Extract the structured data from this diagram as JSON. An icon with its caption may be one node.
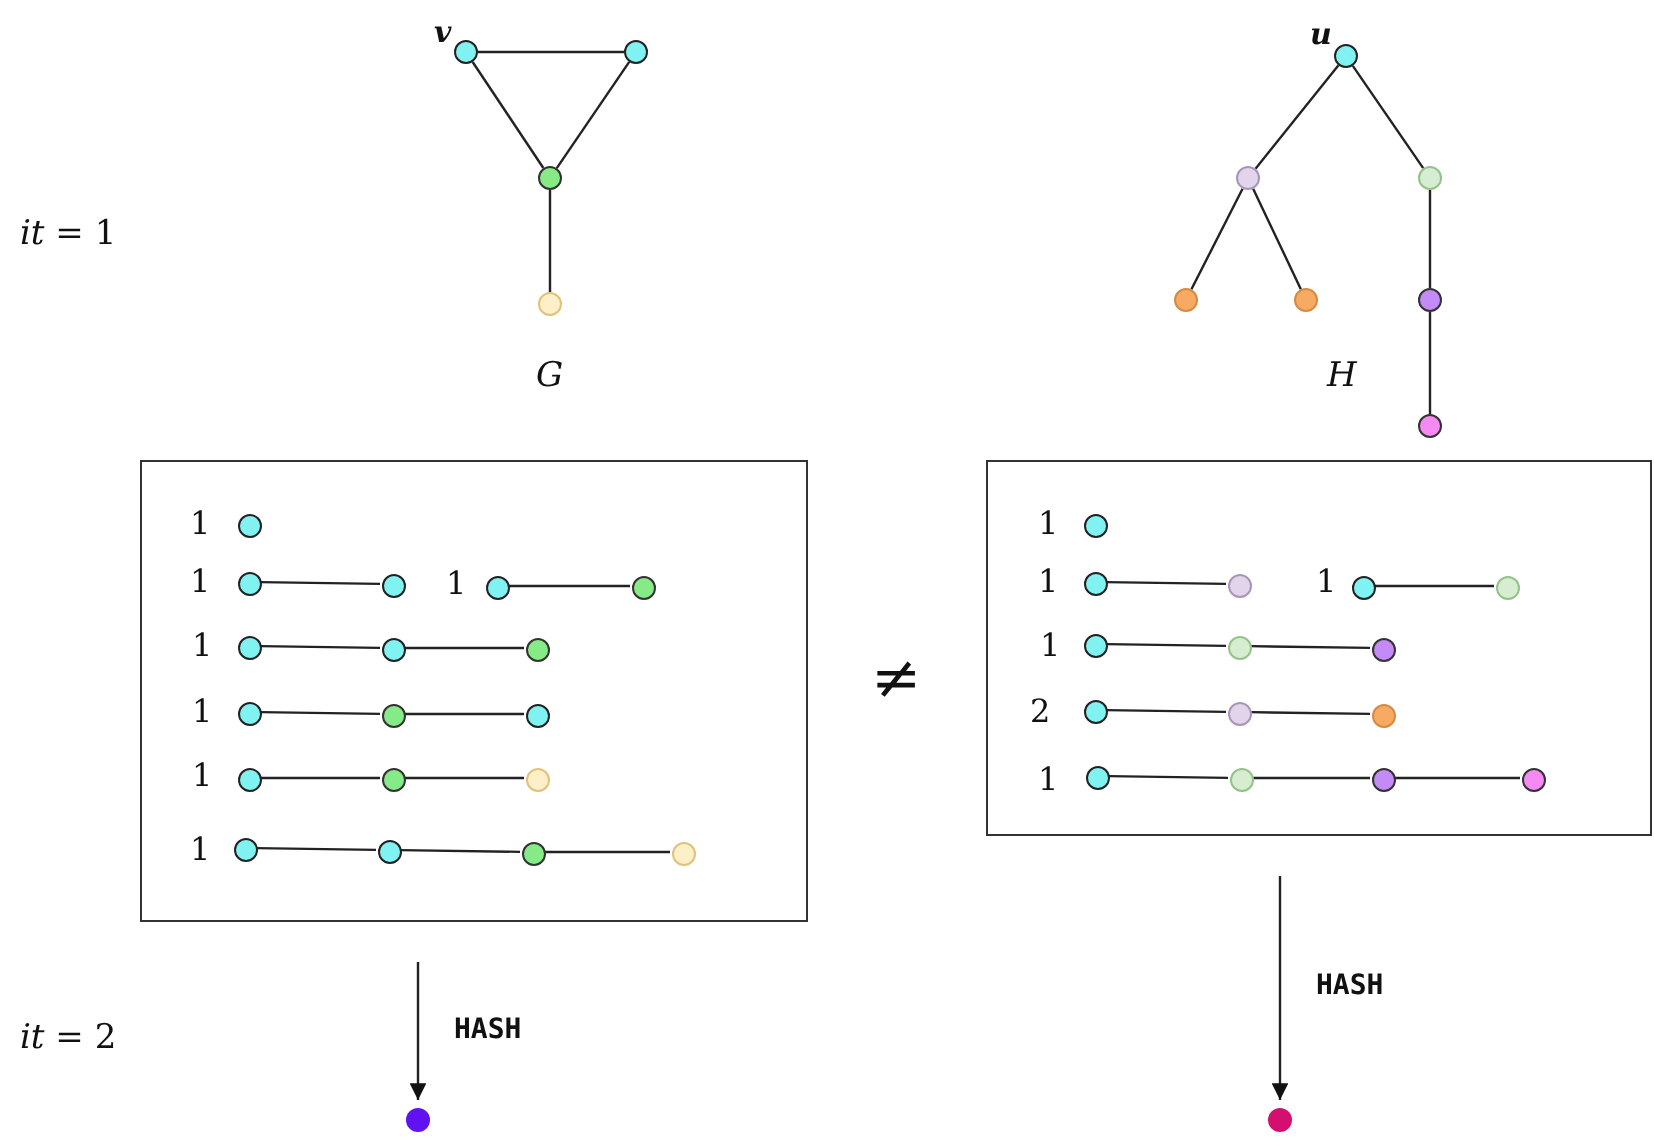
{
  "diagram": {
    "nodes": [
      {
        "text": [],
        "shape": "circle",
        "beside": [
          "v"
        ]
      },
      {
        "text": [],
        "shape": "circle"
      },
      {
        "text": [],
        "shape": "circle"
      },
      {
        "text": [],
        "shape": "circle"
      },
      {
        "text": [],
        "shape": "circle",
        "beside": [
          "u"
        ]
      },
      {
        "text": [],
        "shape": "circle"
      },
      {
        "text": [],
        "shape": "circle"
      },
      {
        "text": [],
        "shape": "circle"
      },
      {
        "text": [],
        "shape": "circle"
      },
      {
        "text": [],
        "shape": "circle"
      },
      {
        "text": [],
        "shape": "circle"
      },
      {
        "text": [],
        "shape": "box"
      },
      {
        "text": [],
        "shape": "circle",
        "in": 11
      },
      {
        "text": [],
        "shape": "circle",
        "in": 11
      },
      {
        "text": [],
        "shape": "circle",
        "in": 11
      },
      {
        "text": [],
        "shape": "circle",
        "in": 11
      },
      {
        "text": [],
        "shape": "circle",
        "in": 11
      },
      {
        "text": [],
        "shape": "circle",
        "in": 11
      },
      {
        "text": [],
        "shape": "circle",
        "in": 11
      },
      {
        "text": [],
        "shape": "circle",
        "in": 11
      },
      {
        "text": [],
        "shape": "circle",
        "in": 11
      },
      {
        "text": [],
        "shape": "circle",
        "in": 11
      },
      {
        "text": [],
        "shape": "circle",
        "in": 11
      },
      {
        "text": [],
        "shape": "circle",
        "in": 11
      },
      {
        "text": [],
        "shape": "circle",
        "in": 11
      },
      {
        "text": [],
        "shape": "circle",
        "in": 11
      },
      {
        "text": [],
        "shape": "circle",
        "in": 11
      },
      {
        "text": [],
        "shape": "circle",
        "in": 11
      },
      {
        "text": [],
        "shape": "circle",
        "in": 11
      },
      {
        "text": [],
        "shape": "circle",
        "in": 11
      },
      {
        "text": [],
        "shape": "box"
      },
      {
        "text": [],
        "shape": "circle",
        "in": 30
      },
      {
        "text": [],
        "shape": "circle",
        "in": 30
      },
      {
        "text": [],
        "shape": "circle",
        "in": 30
      },
      {
        "text": [],
        "shape": "circle",
        "in": 30
      },
      {
        "text": [],
        "shape": "circle",
        "in": 30
      },
      {
        "text": [],
        "shape": "circle",
        "in": 30
      },
      {
        "text": [],
        "shape": "circle",
        "in": 30
      },
      {
        "text": [],
        "shape": "circle",
        "in": 30
      },
      {
        "text": [],
        "shape": "circle",
        "in": 30
      },
      {
        "text": [],
        "shape": "circle",
        "in": 30
      },
      {
        "text": [],
        "shape": "circle",
        "in": 30
      },
      {
        "text": [],
        "shape": "circle",
        "in": 30
      },
      {
        "text": [],
        "shape": "circle",
        "in": 30
      },
      {
        "text": [],
        "shape": "circle",
        "in": 30
      },
      {
        "text": [],
        "shape": "circle",
        "in": 30
      },
      {
        "text": [],
        "shape": "circle"
      },
      {
        "text": [],
        "shape": "circle"
      }
    ],
    "edges": [
      {
        "from": 0,
        "to": 1,
        "arrow": "none"
      },
      {
        "from": 0,
        "to": 2,
        "arrow": "none"
      },
      {
        "from": 1,
        "to": 2,
        "arrow": "none"
      },
      {
        "from": 2,
        "to": 3,
        "arrow": "none"
      },
      {
        "from": 4,
        "to": 5,
        "arrow": "none"
      },
      {
        "from": 4,
        "to": 6,
        "arrow": "none"
      },
      {
        "from": 5,
        "to": 7,
        "arrow": "none"
      },
      {
        "from": 5,
        "to": 8,
        "arrow": "none"
      },
      {
        "from": 6,
        "to": 9,
        "arrow": "none"
      },
      {
        "from": 9,
        "to": 10,
        "arrow": "none"
      },
      {
        "from": 13,
        "to": 14,
        "arrow": "none"
      },
      {
        "from": 15,
        "to": 16,
        "arrow": "none"
      },
      {
        "from": 17,
        "to": 18,
        "arrow": "none"
      },
      {
        "from": 18,
        "to": 19,
        "arrow": "none"
      },
      {
        "from": 20,
        "to": 21,
        "arrow": "none"
      },
      {
        "from": 21,
        "to": 22,
        "arrow": "none"
      },
      {
        "from": 23,
        "to": 24,
        "arrow": "none"
      },
      {
        "from": 24,
        "to": 25,
        "arrow": "none"
      },
      {
        "from": 26,
        "to": 27,
        "arrow": "none"
      },
      {
        "from": 27,
        "to": 28,
        "arrow": "none"
      },
      {
        "from": 28,
        "to": 29,
        "arrow": "none"
      },
      {
        "from": 32,
        "to": 33,
        "arrow": "none"
      },
      {
        "from": 34,
        "to": 35,
        "arrow": "none"
      },
      {
        "from": 36,
        "to": 37,
        "arrow": "none"
      },
      {
        "from": 37,
        "to": 38,
        "arrow": "none"
      },
      {
        "from": 39,
        "to": 40,
        "arrow": "none"
      },
      {
        "from": 40,
        "to": 41,
        "arrow": "none"
      },
      {
        "from": 42,
        "to": 43,
        "arrow": "none"
      },
      {
        "from": 43,
        "to": 44,
        "arrow": "none"
      },
      {
        "from": 44,
        "to": 45,
        "arrow": "none"
      },
      {
        "from": 11,
        "to": 46,
        "arrow": "to",
        "label": "HASH"
      },
      {
        "from": 30,
        "to": 47,
        "arrow": "to",
        "label": "HASH"
      }
    ],
    "labels": [
      "*it* = 1",
      "G",
      "H",
      "1",
      "1",
      "1",
      "1",
      "1",
      "1",
      "1",
      "≠",
      "1",
      "1",
      "1",
      "1",
      "2",
      "1",
      "*it* = 2"
    ]
  }
}
